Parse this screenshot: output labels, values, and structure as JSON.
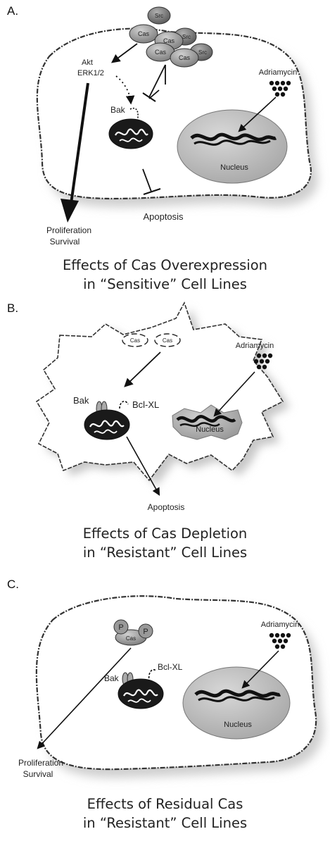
{
  "panels": [
    {
      "label": "A.",
      "labels": {
        "cas": [
          "Cas",
          "Cas",
          "Cas",
          "Cas"
        ],
        "src": [
          "Src",
          "Src",
          "Src"
        ],
        "akt": "Akt",
        "erk": "ERK1/2",
        "bak": "Bak",
        "adriamycin": "Adriamycin",
        "nucleus": "Nucleus",
        "apoptosis": "Apoptosis",
        "proliferation": "Proliferation",
        "survival": "Survival"
      },
      "caption": [
        "Effects of Cas Overexpression",
        "in “Sensitive” Cell Lines"
      ]
    },
    {
      "label": "B.",
      "labels": {
        "cas": [
          "Cas",
          "Cas"
        ],
        "bak": "Bak",
        "bclxl": "Bcl-XL",
        "adriamycin": "Adriamycin",
        "nucleus": "Nucleus",
        "apoptosis": "Apoptosis"
      },
      "caption": [
        "Effects of Cas Depletion",
        "in “Resistant” Cell Lines"
      ]
    },
    {
      "label": "C.",
      "labels": {
        "p": [
          "P",
          "P"
        ],
        "cas": "Cas",
        "bak": "Bak",
        "bclxl": "Bcl-XL",
        "adriamycin": "Adriamycin",
        "nucleus": "Nucleus",
        "proliferation": "Proliferation",
        "survival": "Survival"
      },
      "caption": [
        "Effects of Residual Cas",
        "in “Resistant” Cell Lines"
      ]
    }
  ]
}
